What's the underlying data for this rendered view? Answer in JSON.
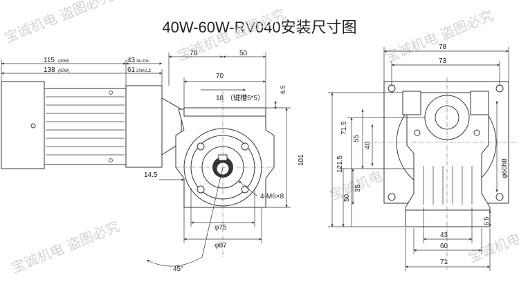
{
  "title": "40W-60W-RV040安装尺寸图",
  "watermark": "宝诚机电 盗图必究",
  "front_view": {
    "dim_115": "115",
    "dim_115_note": "(40W)",
    "dim_138": "138",
    "dim_138_note": "(60W)",
    "dim_43": "43",
    "dim_43_note": "3k-20k",
    "dim_61": "61",
    "dim_61_note": "20k以上",
    "dim_70_top": "70",
    "dim_50_top": "50",
    "dim_70_mid": "70",
    "dim_18": "18",
    "dim_key": "（键槽5*5）",
    "dim_6_5": "6.5",
    "dim_101": "101",
    "dim_14_5": "14.5",
    "dim_4m6": "4-M6×8",
    "dim_75": "φ75",
    "dim_87": "φ87",
    "dim_45": "45°"
  },
  "side_view": {
    "dim_78": "78",
    "dim_73": "73",
    "dim_121_5": "121.5",
    "dim_71_5": "71.5",
    "dim_55": "55",
    "dim_40": "40",
    "dim_35": "35",
    "dim_50": "50",
    "dim_60h8": "φ60h8",
    "dim_6_5": "6.5",
    "dim_43": "43",
    "dim_60": "60",
    "dim_71": "71"
  }
}
